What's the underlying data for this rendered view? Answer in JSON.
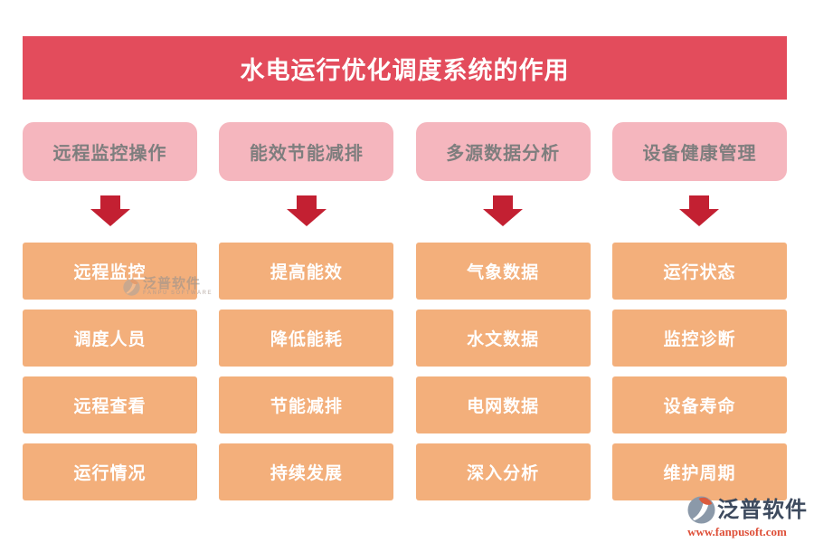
{
  "title": "水电运行优化调度系统的作用",
  "colors": {
    "header_bg": "#E34C5C",
    "header_text": "#FFFFFF",
    "category_bg": "#F5B6BE",
    "category_text": "#7E7E7E",
    "arrow": "#C32032",
    "item_bg": "#F3AF7B",
    "item_text": "#FFFFFF",
    "brand_name_color": "#3D4A5E",
    "brand_url_color": "#DE4F38"
  },
  "columns": [
    {
      "category": "远程监控操作",
      "items": [
        "远程监控",
        "调度人员",
        "远程查看",
        "运行情况"
      ]
    },
    {
      "category": "能效节能减排",
      "items": [
        "提高能效",
        "降低能耗",
        "节能减排",
        "持续发展"
      ]
    },
    {
      "category": "多源数据分析",
      "items": [
        "气象数据",
        "水文数据",
        "电网数据",
        "深入分析"
      ]
    },
    {
      "category": "设备健康管理",
      "items": [
        "运行状态",
        "监控诊断",
        "设备寿命",
        "维护周期"
      ]
    }
  ],
  "watermark": {
    "name": "泛普软件",
    "subtitle": "FANPU SOFTWARE"
  },
  "brand": {
    "name": "泛普软件",
    "url": "www.fanpusoft.com"
  }
}
